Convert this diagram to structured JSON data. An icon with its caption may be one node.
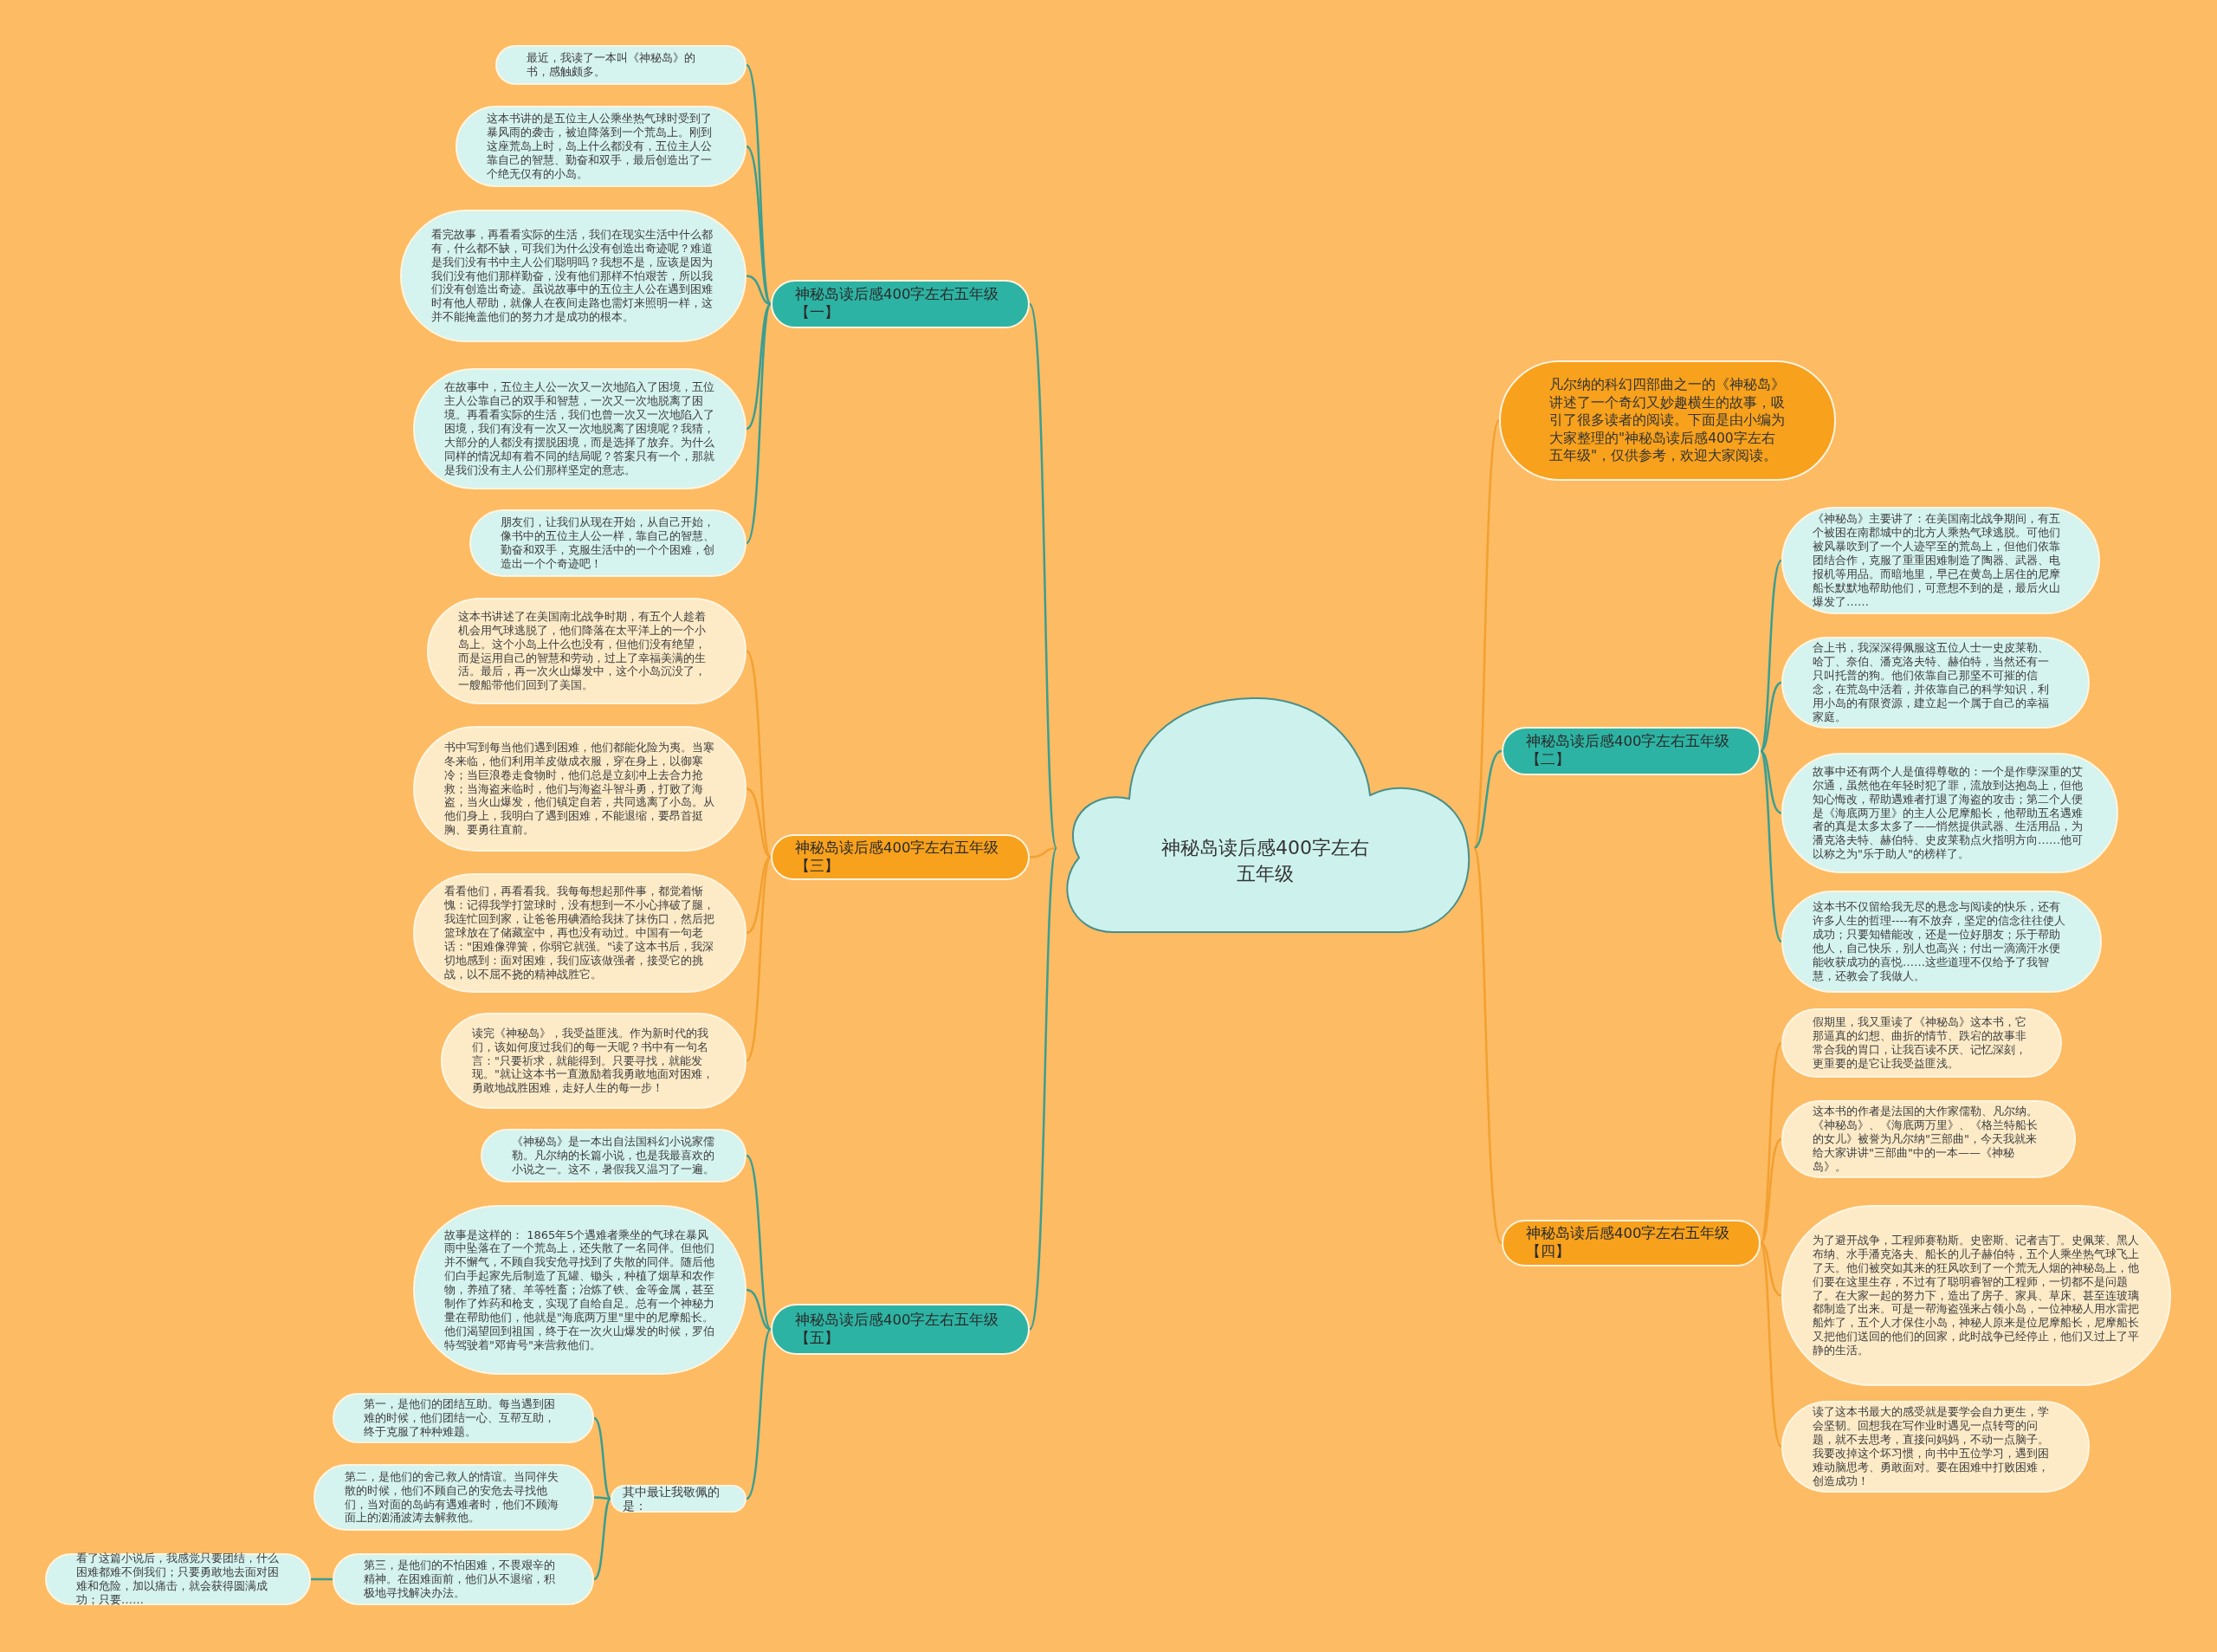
{
  "diagram": {
    "nodes": [
      {
        "text": [
          "神秘岛读后感400字左右五年级"
        ]
      },
      {
        "text": [
          "神秘岛读后感400字左右五年级【一】"
        ]
      },
      {
        "text": [
          "最近，我读了一本叫《神秘岛》的书，感触颇多。"
        ]
      },
      {
        "text": [
          "这本书讲的是五位主人公乘坐热气球时受到了暴风雨的袭击，被迫降落到一个荒岛上。刚到这座荒岛上时，岛上什么都没有，五位主人公靠自己的智慧、勤奋和双手，最后创造出了一个绝无仅有的小岛。"
        ]
      },
      {
        "text": [
          "看完故事，再看看实际的生活，我们在现实生活中什么都有，什么都不缺，可我们为什么没有创造出奇迹呢？难道是我们没有书中主人公们聪明吗？我想不是，应该是因为我们没有他们那样勤奋，没有他们那样不怕艰苦，所以我们没有创造出奇迹。虽说故事中的五位主人公在遇到困难时有他人帮助，就像人在夜间走路也需灯来照明一样，这并不能掩盖他们的努力才是成功的根本。"
        ]
      },
      {
        "text": [
          "在故事中，五位主人公一次又一次地陷入了困境，五位主人公靠自己的双手和智慧，一次又一次地脱离了困境。再看看实际的生活，我们也曾一次又一次地陷入了困境，我们有没有一次又一次地脱离了困境呢？我猜，大部分的人都没有摆脱困境，而是选择了放弃。为什么同样的情况却有着不同的结局呢？答案只有一个，那就是我们没有主人公们那样坚定的意志。"
        ]
      },
      {
        "text": [
          "朋友们，让我们从现在开始，从自己开始，像书中的五位主人公一样，靠自己的智慧、勤奋和双手，克服生活中的一个个困难，创造出一个个奇迹吧！"
        ]
      },
      {
        "text": [
          "神秘岛读后感400字左右五年级【三】"
        ]
      },
      {
        "text": [
          "这本书讲述了在美国南北战争时期，有五个人趁着机会用气球逃脱了，他们降落在太平洋上的一个小岛上。这个小岛上什么也没有，但他们没有绝望，而是运用自己的智慧和劳动，过上了幸福美满的生活。最后，再一次火山爆发中，这个小岛沉没了，一艘船带他们回到了美国。"
        ]
      },
      {
        "text": [
          "书中写到每当他们遇到困难，他们都能化险为夷。当寒冬来临，他们利用羊皮做成衣服，穿在身上，以御寒冷；当巨浪卷走食物时，他们总是立刻冲上去合力抢救；当海盗来临时，他们与海盗斗智斗勇，打败了海盗，当火山爆发，他们镇定自若，共同逃离了小岛。从他们身上，我明白了遇到困难，不能退缩，要昂首挺胸、要勇往直前。"
        ]
      },
      {
        "text": [
          "看看他们，再看看我。我每每想起那件事，都觉着惭愧：记得我学打篮球时，没有想到一不小心摔破了腿，我连忙回到家，让爸爸用碘酒给我抹了抹伤口，然后把篮球放在了储藏室中，再也没有动过。中国有一句老话：\"困难像弹簧，你弱它就强。\"读了这本书后，我深切地感到：面对困难，我们应该做强者，接受它的挑战，以不屈不挠的精神战胜它。"
        ]
      },
      {
        "text": [
          "读完《神秘岛》，我受益匪浅。作为新时代的我们，该如何度过我们的每一天呢？书中有一句名言：\"只要祈求，就能得到。只要寻找，就能发现。\"就让这本书一直激励着我勇敢地面对困难，勇敢地战胜困难，走好人生的每一步！"
        ]
      },
      {
        "text": [
          "神秘岛读后感400字左右五年级【五】"
        ]
      },
      {
        "text": [
          "《神秘岛》是一本出自法国科幻小说家儒勒。凡尔纳的长篇小说，也是我最喜欢的小说之一。这不，暑假我又温习了一遍。"
        ]
      },
      {
        "text": [
          "故事是这样的： 1865年5个遇难者乘坐的气球在暴风雨中坠落在了一个荒岛上，还失散了一名同伴。但他们并不懈气，不顾自我安危寻找到了失散的同伴。随后他们白手起家先后制造了瓦罐、锄头，种植了烟草和农作物，养殖了猪、羊等牲畜；冶炼了铁、金等金属，甚至制作了炸药和枪支，实现了自给自足。总有一个神秘力量在帮助他们，他就是\"海底两万里\"里中的尼摩船长。他们渴望回到祖国，终于在一次火山爆发的时候，罗伯特驾驶着\"邓肯号\"来营救他们。"
        ]
      },
      {
        "text": [
          "其中最让我敬佩的是："
        ]
      },
      {
        "text": [
          "第一，是他们的团结互助。每当遇到困难的时候，他们团结一心、互帮互助，终于克服了种种难题。"
        ]
      },
      {
        "text": [
          "第二，是他们的舍己救人的情谊。当同伴失散的时候，他们不顾自己的安危去寻找他们，当对面的岛屿有遇难者时，他们不顾海面上的汹涌波涛去解救他。"
        ]
      },
      {
        "text": [
          "第三，是他们的不怕困难，不畏艰辛的精神。在困难面前，他们从不退缩，积极地寻找解决办法。"
        ]
      },
      {
        "text": [
          "看了这篇小说后，我感觉只要团结，什么困难都难不倒我们；只要勇敢地去面对困难和危险，加以痛击，就会获得圆满成功；只要……"
        ]
      },
      {
        "text": [
          "凡尔纳的科幻四部曲之一的《神秘岛》讲述了一个奇幻又妙趣横生的故事，吸引了很多读者的阅读。下面是由小编为大家整理的\"神秘岛读后感400字左右五年级\"，仅供参考，欢迎大家阅读。"
        ]
      },
      {
        "text": [
          "神秘岛读后感400字左右五年级【二】"
        ]
      },
      {
        "text": [
          "《神秘岛》主要讲了：在美国南北战争期间，有五个被困在南郡城中的北方人乘热气球逃脱。可他们被风暴吹到了一个人迹罕至的荒岛上，但他们依靠团结合作，克服了重重困难制造了陶器、武器、电报机等用品。而暗地里，早已在黄岛上居住的尼摩船长默默地帮助他们，可意想不到的是，最后火山爆发了……"
        ]
      },
      {
        "text": [
          "合上书，我深深得佩服这五位人士一史皮莱勒、哈丁、奈伯、潘克洛夫特、赫伯特，当然还有一只叫托普的狗。他们依靠自己那坚不可摧的信念，在荒岛中活着，并依靠自己的科学知识，利用小岛的有限资源，建立起一个属于自己的幸福家庭。"
        ]
      },
      {
        "text": [
          "故事中还有两个人是值得尊敬的：一个是作孽深重的艾尔通，虽然他在年轻时犯了罪，流放到达抱岛上，但他知心悔改，帮助遇难者打退了海盗的攻击；第二个人便是《海底两万里》的主人公尼摩船长，他帮助五名遇难者的真是太多太多了——悄然提供武器、生活用品，为潘克洛夫特、赫伯特、史皮莱勒点火指明方向……他可以称之为\"乐于助人\"的榜样了。"
        ]
      },
      {
        "text": [
          "这本书不仅留给我无尽的悬念与阅读的快乐，还有许多人生的哲理----有不放弃，坚定的信念往往使人成功；只要知错能改，还是一位好朋友；乐于帮助他人，自己快乐，别人也高兴；付出一滴滴汗水便能收获成功的喜悦……这些道理不仅给予了我智慧，还教会了我做人。"
        ]
      },
      {
        "text": [
          "神秘岛读后感400字左右五年级【四】"
        ]
      },
      {
        "text": [
          "假期里，我又重读了《神秘岛》这本书，它那逼真的幻想、曲折的情节、跌宕的故事非常合我的胃口，让我百读不厌、记忆深刻，更重要的是它让我受益匪浅。"
        ]
      },
      {
        "text": [
          "这本书的作者是法国的大作家儒勒、凡尔纳。《神秘岛》、《海底两万里》、《格兰特船长的女儿》被誉为凡尔纳\"三部曲\"，今天我就来给大家讲讲\"三部曲\"中的一本——《神秘岛》。"
        ]
      },
      {
        "text": [
          "为了避开战争，工程师赛勒斯。史密斯、记者吉丁。史佩莱、黑人布纳、水手潘克洛夫、船长的儿子赫伯特，五个人乘坐热气球飞上了天。他们被突如其来的狂风吹到了一个荒无人烟的神秘岛上，他们要在这里生存，不过有了聪明睿智的工程师，一切都不是问题了。在大家一起的努力下，造出了房子、家具、草床、甚至连玻璃都制造了出来。可是一帮海盗强来占领小岛，一位神秘人用水雷把船炸了，五个人才保住小岛，神秘人原来是位尼摩船长，尼摩船长又把他们送回的他们的回家，此时战争已经停止，他们又过上了平静的生活。"
        ]
      },
      {
        "text": [
          "读了这本书最大的感受就是要学会自力更生，学会坚韧。回想我在写作业时遇见一点转弯的问题，就不去思考，直接问妈妈，不动一点脑子。我要改掉这个坏习惯，向书中五位学习，遇到困难动脑思考、勇敢面对。要在困难中打败困难，创造成功！"
        ]
      }
    ],
    "edges": [
      {
        "from": 0,
        "to": 1,
        "arrow": "none"
      },
      {
        "from": 1,
        "to": 2,
        "arrow": "none"
      },
      {
        "from": 1,
        "to": 3,
        "arrow": "none"
      },
      {
        "from": 1,
        "to": 4,
        "arrow": "none"
      },
      {
        "from": 1,
        "to": 5,
        "arrow": "none"
      },
      {
        "from": 1,
        "to": 6,
        "arrow": "none"
      },
      {
        "from": 0,
        "to": 7,
        "arrow": "none",
        "color": "#f2a031"
      },
      {
        "from": 7,
        "to": 8,
        "arrow": "none",
        "color": "#f2a031"
      },
      {
        "from": 7,
        "to": 9,
        "arrow": "none",
        "color": "#f2a031"
      },
      {
        "from": 7,
        "to": 10,
        "arrow": "none",
        "color": "#f2a031"
      },
      {
        "from": 7,
        "to": 11,
        "arrow": "none",
        "color": "#f2a031"
      },
      {
        "from": 0,
        "to": 12,
        "arrow": "none"
      },
      {
        "from": 12,
        "to": 13,
        "arrow": "none"
      },
      {
        "from": 12,
        "to": 14,
        "arrow": "none"
      },
      {
        "from": 12,
        "to": 15,
        "arrow": "none"
      },
      {
        "from": 15,
        "to": 16,
        "arrow": "none"
      },
      {
        "from": 15,
        "to": 17,
        "arrow": "none"
      },
      {
        "from": 15,
        "to": 18,
        "arrow": "none"
      },
      {
        "from": 18,
        "to": 19,
        "arrow": "none"
      },
      {
        "from": 0,
        "to": 20,
        "arrow": "none",
        "color": "#f2a031"
      },
      {
        "from": 0,
        "to": 21,
        "arrow": "none"
      },
      {
        "from": 21,
        "to": 22,
        "arrow": "none"
      },
      {
        "from": 21,
        "to": 23,
        "arrow": "none"
      },
      {
        "from": 21,
        "to": 24,
        "arrow": "none"
      },
      {
        "from": 21,
        "to": 25,
        "arrow": "none"
      },
      {
        "from": 0,
        "to": 26,
        "arrow": "none",
        "color": "#f2a031"
      },
      {
        "from": 26,
        "to": 27,
        "arrow": "none",
        "color": "#f2a031"
      },
      {
        "from": 26,
        "to": 28,
        "arrow": "none",
        "color": "#f2a031"
      },
      {
        "from": 26,
        "to": 29,
        "arrow": "none",
        "color": "#f2a031"
      },
      {
        "from": 26,
        "to": 30,
        "arrow": "none",
        "color": "#f2a031"
      }
    ]
  }
}
